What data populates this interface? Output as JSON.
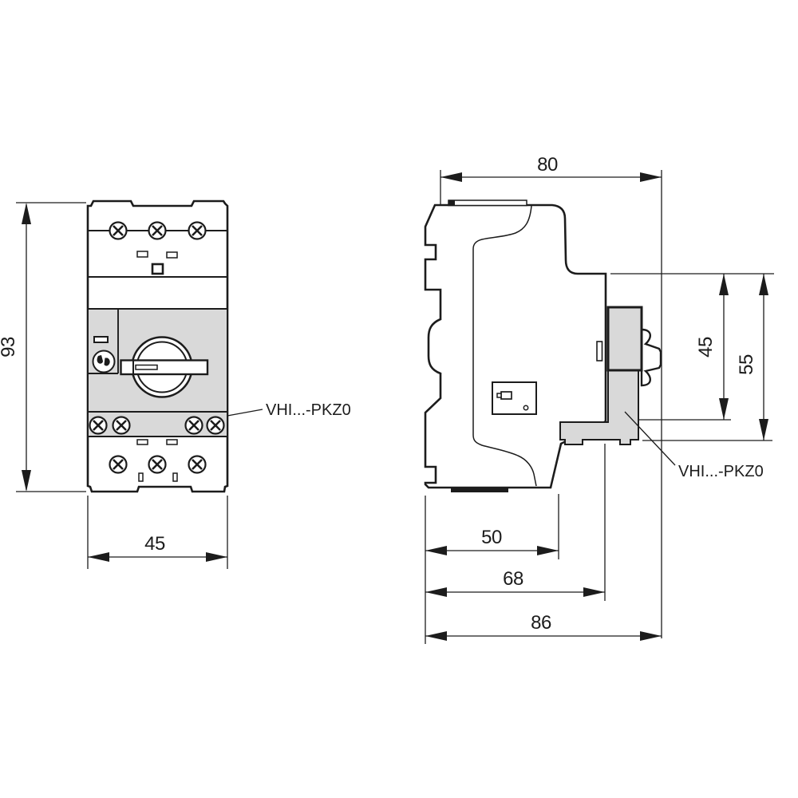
{
  "drawing": {
    "front_view": {
      "height_dim": "93",
      "width_dim": "45",
      "accessory_label": "VHI...-PKZ0"
    },
    "side_view": {
      "top_width_dim": "80",
      "latch_height_dim": "45",
      "accessory_height_dim": "55",
      "base_depth_dim": "50",
      "mid_depth_dim": "68",
      "total_depth_dim": "86",
      "accessory_label": "VHI...-PKZ0"
    },
    "colors": {
      "line": "#1c1c1c",
      "gray_fill": "#d9d9d9",
      "background": "#ffffff"
    }
  }
}
